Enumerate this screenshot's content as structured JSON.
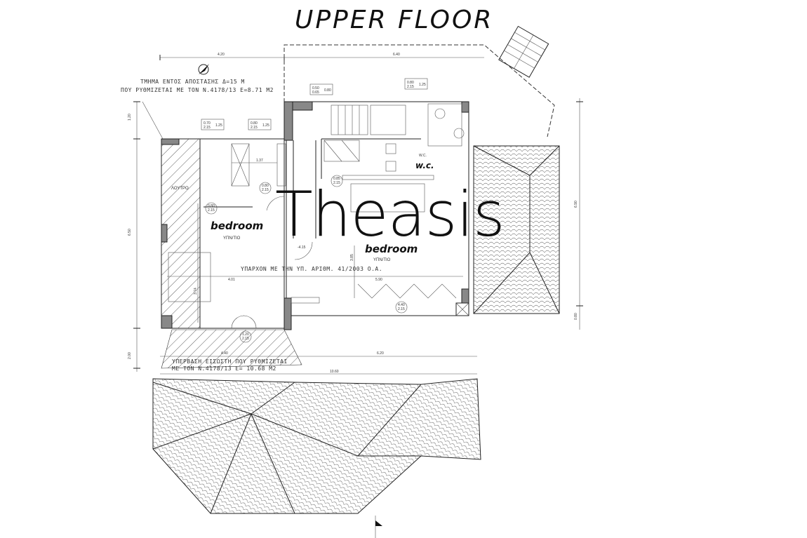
{
  "title": "UPPER FLOOR",
  "watermark": "Theasis",
  "rooms": {
    "bedroom_left": "bedroom",
    "bedroom_left_sub": "ΥΠΝ/ΤΙΟ",
    "bedroom_right": "bedroom",
    "bedroom_right_sub": "ΥΠΝ/ΤΙΟ",
    "wc": "w.c.",
    "wc_small": "W.C.",
    "bath": "ΛΟΥΤΡΟ"
  },
  "notes": {
    "top_line1": "ΤΜΗΜΑ ΕΝΤΟΣ ΑΠΟΣΤΑΣΗΣ Δ=15 Μ",
    "top_line2": "ΠΟΥ ΡΥΘΜΙΖΕΤΑΙ ΜΕ ΤΟΝ Ν.4178/13 Ε=8.71 Μ2",
    "middle": "ΥΠΑΡΧΟΝ ΜΕ ΤΗΝ ΥΠ. ΑΡΙΘΜ. 41/2003 Ο.Α.",
    "bottom_line1": "ΥΠΕΡΒΑΣΗ ΕΙΣΩΣΤΗ ΠΟΥ ΡΥΘΜΙΖΕΤΑΙ",
    "bottom_line2": "ΜΕ ΤΟΝ Ν.4178/13 Ε= 10.68 Μ2",
    "level": "-4.15"
  },
  "dimensions": {
    "top_left": "4.20",
    "top_right": "6.40",
    "left_top": "1.20",
    "left_mid": "6.50",
    "left_bottom": "2.00",
    "right_top": "6.90",
    "right_bottom": "0.80",
    "bottom_left": "4.40",
    "bottom_right": "6.20",
    "bottom_total": "10.60",
    "inner_left": "4.01",
    "inner_right": "5.90",
    "inner_v1": "3.74",
    "inner_v2": "3.85",
    "hall": "1.37"
  },
  "openings": [
    {
      "a": "0.70",
      "b": "2.15",
      "c": "1.25"
    },
    {
      "a": "0.80",
      "b": "2.15",
      "c": "1.25"
    },
    {
      "a": "0.50",
      "b": "0.65",
      "c": "0.80"
    },
    {
      "a": "0.80",
      "b": "2.15",
      "c": "1.25"
    },
    {
      "a": "0.80",
      "b": "2.15",
      "c": ""
    },
    {
      "a": "0.80",
      "b": "2.15",
      "c": ""
    },
    {
      "a": "0.85",
      "b": "2.15",
      "c": ""
    },
    {
      "a": "4.40",
      "b": "2.15",
      "c": ""
    },
    {
      "a": "1.20",
      "b": "2.15",
      "c": ""
    }
  ]
}
